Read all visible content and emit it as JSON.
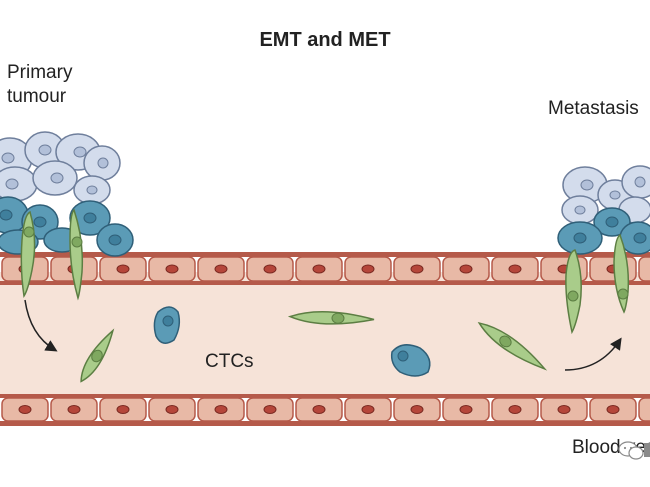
{
  "diagram": {
    "title": "EMT and MET",
    "labels": {
      "primary_line1": "Primary",
      "primary_line2": "tumour",
      "metastasis": "Metastasis",
      "ctcs": "CTCs",
      "blood": "Blood vessel"
    },
    "colors": {
      "vessel_wall": "#b55a4a",
      "vessel_cell": "#e8b9a6",
      "vessel_nucleus": "#b5463a",
      "lumen": "#f6e3d8",
      "epithelial_light": "#d3dcec",
      "epithelial_blue": "#5b9bb6",
      "mesenchymal_green": "#a9cc8a",
      "arrow": "#222222"
    }
  }
}
